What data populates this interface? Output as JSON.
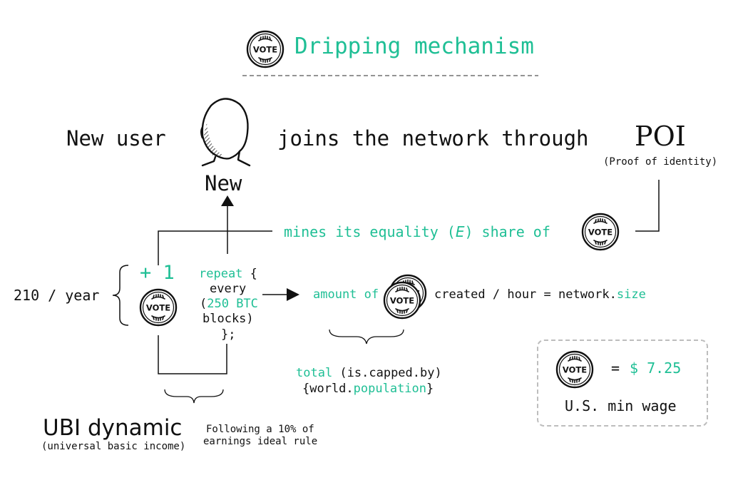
{
  "title": "Dripping mechanism",
  "row1": {
    "new_user": "New user",
    "joins": "joins the network through",
    "poi": "POI",
    "poi_sub": "(Proof of identity)",
    "new_label": "New"
  },
  "mines": {
    "text_pre": "mines its equality (",
    "symbol": "E",
    "text_post": ") share of"
  },
  "left": {
    "rate": "210 / year",
    "plus_one": "+ 1"
  },
  "repeat": {
    "kw": "repeat",
    "brace_open": " {",
    "every": "every",
    "paren": "(",
    "blocks_num": "250 BTC",
    "blocks": "blocks)",
    "close": "};"
  },
  "amount": {
    "amount_of": "amount of",
    "created": "created / hour = network.",
    "size": "size"
  },
  "total": {
    "kw": "total",
    "capped": " (is.capped.by)",
    "world": "{world.",
    "population": "population",
    "end": "}"
  },
  "ubi": {
    "title": "UBI dynamic",
    "sub": "(universal basic income)"
  },
  "rule": {
    "line1": "Following a 10% of",
    "line2": "earnings ideal rule"
  },
  "wage": {
    "equals": "=",
    "value": "$ 7.25",
    "label": "U.S. min wage"
  },
  "coin_label": "VOTE",
  "icons": [
    "vote-coin-icon",
    "human-head-icon",
    "arrow-up-icon",
    "arrow-right-icon",
    "curly-brace-icon"
  ],
  "colors": {
    "accent": "#1fbf95",
    "text": "#111111",
    "dash": "#bdbdbd"
  }
}
